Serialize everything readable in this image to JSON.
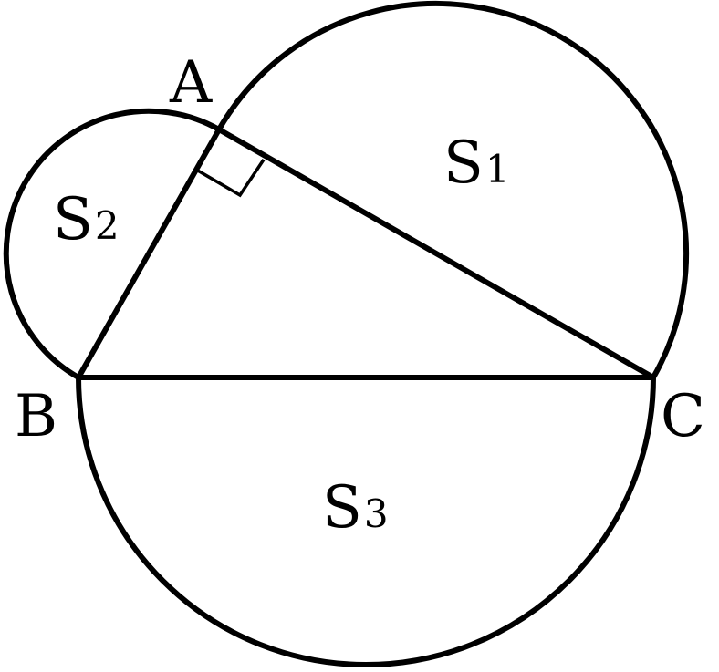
{
  "colors": {
    "stroke": "#000000",
    "text": "#000000",
    "background": "#ffffff"
  },
  "labels": {
    "vertex_a": "A",
    "vertex_b": "B",
    "vertex_c": "C",
    "s1": {
      "main": "S",
      "sub": "1"
    },
    "s2": {
      "main": "S",
      "sub": "2"
    },
    "s3": {
      "main": "S",
      "sub": "3"
    }
  }
}
